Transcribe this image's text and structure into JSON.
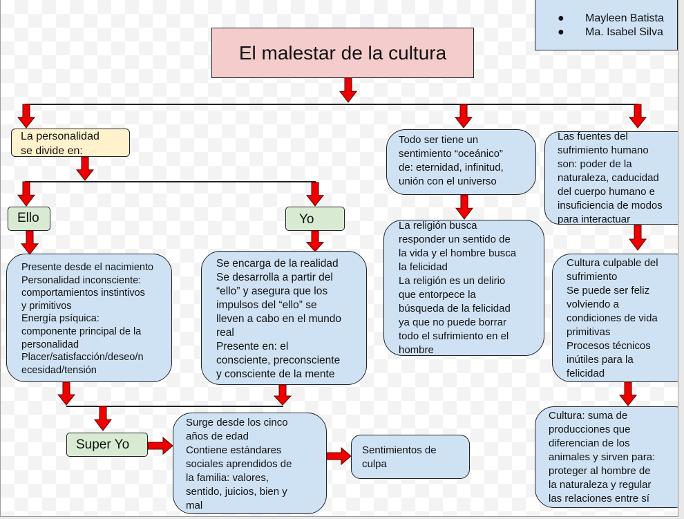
{
  "title": "El malestar de la cultura",
  "authors": [
    "Mayleen Batista",
    "Ma. Isabel Silva"
  ],
  "personalidad": "La personalidad\nse divide en:",
  "ello": {
    "label": "Ello",
    "description": "Presente desde el nacimiento\nPersonalidad inconsciente:\ncomportamientos instintivos\ny primitivos\nEnergía psíquica:\ncomponente principal de la\npersonalidad\nPlacer/satisfacción/deseo/n\necesidad/tensión"
  },
  "yo": {
    "label": "Yo",
    "description": "Se encarga de la realidad\nSe desarrolla a partir del\n“ello” y asegura que los\nimpulsos del “ello” se\nlleven a cabo en el mundo\nreal\nPresente en: el\nconsciente, preconsciente\ny consciente de la mente"
  },
  "super_yo": {
    "label": "Super Yo",
    "description": "Surge desde los cinco\naños de edad\nContiene estándares\nsociales aprendidos de\nla familia: valores,\nsentido, juicios, bien y\nmal",
    "result": "Sentimientos de\nculpa"
  },
  "oceanico": "Todo ser tiene un\nsentimiento “oceánico”\nde: eternidad, infinitud,\nunión con el universo",
  "religion": "La religión busca\nresponder un sentido de\nla vida y el hombre busca\nla felicidad\nLa religión es un delirio\nque entorpece la\nbúsqueda de la felicidad\nya que no puede borrar\ntodo el sufrimiento en el\nhombre",
  "fuentes": "Las fuentes del\nsufrimiento humano\nson: poder de la\nnaturaleza, caducidad\ndel cuerpo humano e\ninsuficiencia de modos\npara interactuar",
  "cultura_culpable": "Cultura culpable del\nsufrimiento\nSe puede ser feliz\nvolviendo a\ncondiciones de vida\nprimitivas\nProcesos técnicos\ninútiles para la\nfelicidad",
  "cultura_suma": "Cultura: suma de\nproducciones que\ndiferencian de los\nanimales y sirven para:\nproteger al hombre de\nla naturaleza y regular\nlas relaciones entre sí",
  "colors": {
    "arrow": "#ee0000",
    "title_fill": "#f4cccc",
    "yellow_fill": "#fff2cc",
    "green_fill": "#d9ead3",
    "blue_fill": "#cfe2f3"
  }
}
